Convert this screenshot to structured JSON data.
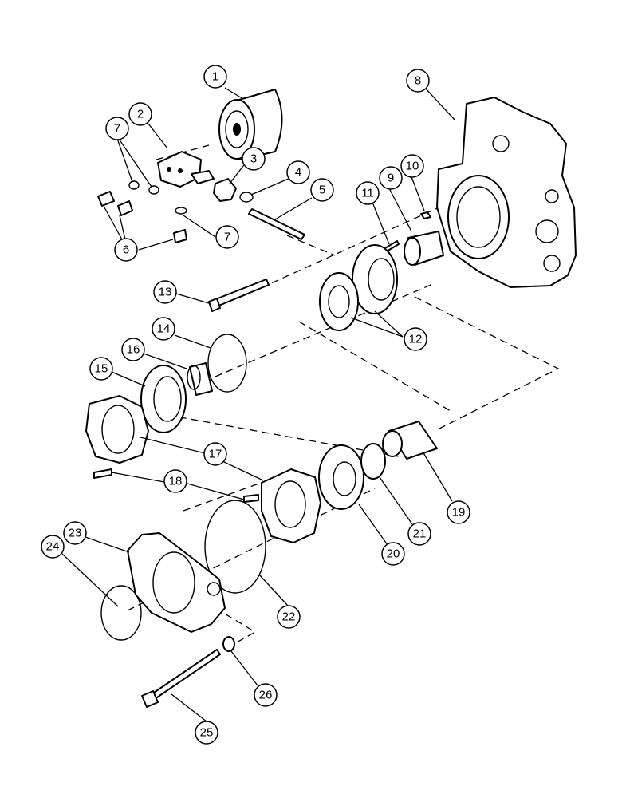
{
  "callouts": [
    {
      "label": "1"
    },
    {
      "label": "2"
    },
    {
      "label": "3"
    },
    {
      "label": "4"
    },
    {
      "label": "5"
    },
    {
      "label": "6"
    },
    {
      "label": "7"
    },
    {
      "label": "7"
    },
    {
      "label": "8"
    },
    {
      "label": "9"
    },
    {
      "label": "10"
    },
    {
      "label": "11"
    },
    {
      "label": "12"
    },
    {
      "label": "13"
    },
    {
      "label": "14"
    },
    {
      "label": "15"
    },
    {
      "label": "16"
    },
    {
      "label": "17"
    },
    {
      "label": "18"
    },
    {
      "label": "19"
    },
    {
      "label": "20"
    },
    {
      "label": "21"
    },
    {
      "label": "22"
    },
    {
      "label": "23"
    },
    {
      "label": "24"
    },
    {
      "label": "25"
    },
    {
      "label": "26"
    }
  ]
}
